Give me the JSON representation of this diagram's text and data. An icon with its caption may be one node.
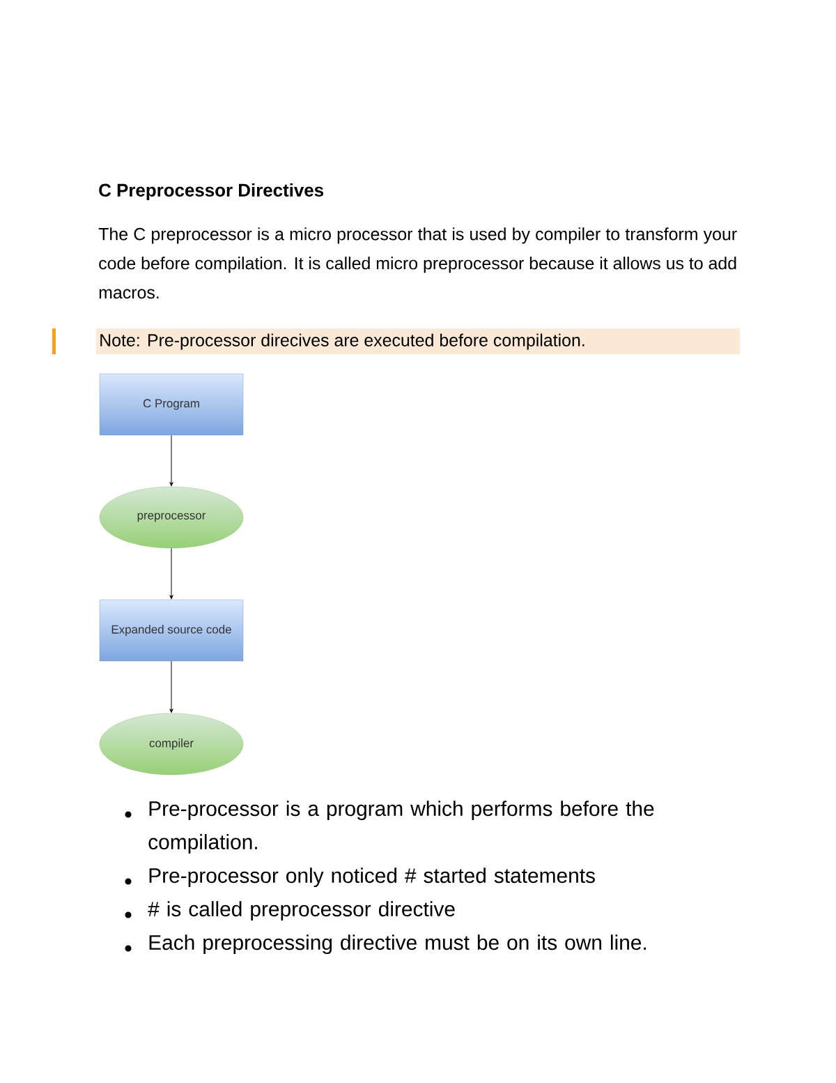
{
  "diagram": {
    "title": "C Preprocessor Directives",
    "nodes": [
      {
        "text": [
          "C Program"
        ]
      },
      {
        "text": [
          "preprocessor"
        ]
      },
      {
        "text": [
          "Expanded source code"
        ]
      },
      {
        "text": [
          "compiler"
        ]
      }
    ],
    "edges": [
      {
        "from": 0,
        "to": 1,
        "arrow": "to"
      },
      {
        "from": 1,
        "to": 2,
        "arrow": "to"
      },
      {
        "from": 2,
        "to": 3,
        "arrow": "to"
      }
    ],
    "labels": [
      "The C preprocessor is a micro processor that is used by compiler to transform your code before compilation. It is called micro preprocessor because it allows us to add macros.",
      "Note: Pre-processor direcives are executed before compilation.",
      "Pre-processor is a program which performs before the compilation.",
      "Pre-processor only noticed # started statements",
      "# is called preprocessor directive",
      "Each preprocessing directive must be on its own line."
    ]
  }
}
